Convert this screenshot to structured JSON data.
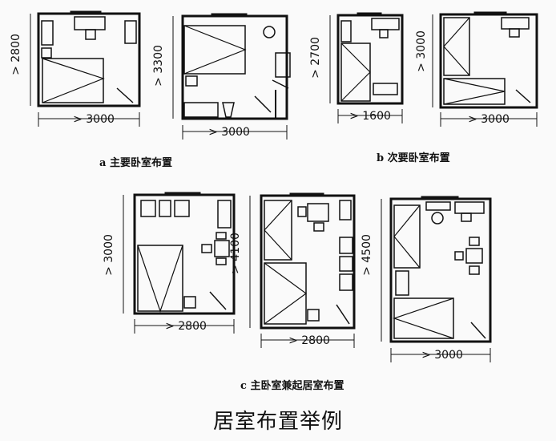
{
  "plans": [
    {
      "id": "a1",
      "width_label": "> 3000",
      "height_label": "> 2800"
    },
    {
      "id": "a2",
      "width_label": "> 3000",
      "height_label": "> 3300"
    },
    {
      "id": "b1",
      "width_label": "> 1600",
      "height_label": "> 2700"
    },
    {
      "id": "b2",
      "width_label": "> 3000",
      "height_label": "> 3000"
    },
    {
      "id": "c1",
      "width_label": "> 2800",
      "height_label": "> 3000"
    },
    {
      "id": "c2",
      "width_label": "> 2800",
      "height_label": "> 4100"
    },
    {
      "id": "c3",
      "width_label": "> 3000",
      "height_label": "> 4500"
    }
  ],
  "captions": {
    "a": "a  主要卧室布置",
    "b": "b  次要卧室布置",
    "c": "c  主卧室兼起居室布置"
  },
  "figure_title": "居室布置举例"
}
